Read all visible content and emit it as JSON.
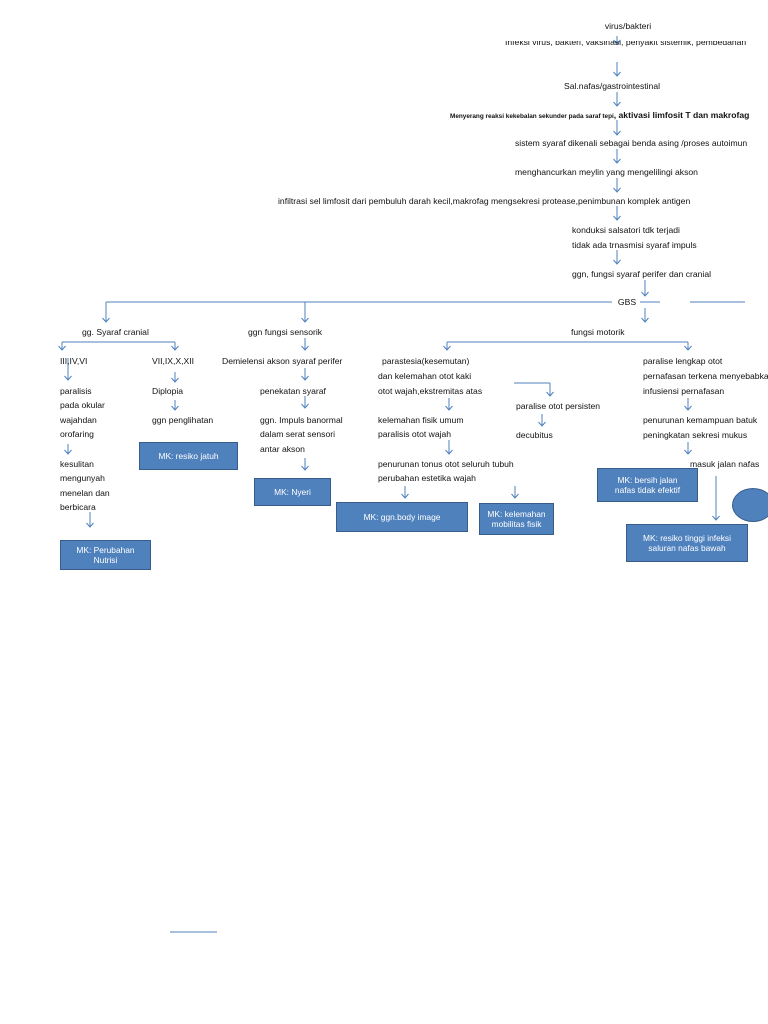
{
  "chain": {
    "virus": "virus/bakteri",
    "infeksi": "Infeksi virus, bakteri, vaksinasi, penyakit sistemik, pembedahan",
    "sal_nafas": "Sal.nafas/gastrointestinal",
    "menyerang_small": "Menyerang reaksi kekebalan sekunder pada saraf tepi",
    "menyerang_bold": ", aktivasi limfosit T dan makrofag",
    "sistem_syaraf": "sistem syaraf dikenali sebagai benda asing /proses autoimun",
    "meylin": "menghancurkan meylin yang mengelilingi akson",
    "infiltrasi": "infiltrasi sel limfosit dari pembuluh darah kecil,makrofag mengsekresi protease,penimbunan komplek antigen",
    "konduksi_1": "konduksi salsatori tdk terjadi",
    "konduksi_2": "tidak ada trnasmisi syaraf impuls",
    "ggn_fungsi": "ggn, fungsi syaraf perifer dan cranial",
    "gbs": "GBS"
  },
  "cranial": {
    "title": "gg. Syaraf cranial",
    "left_group": "III,IV,VI",
    "left_1": "paralisis",
    "left_2": "pada okular",
    "left_3": "wajahdan",
    "left_4": "orofaring",
    "left_5": "kesulitan",
    "left_6": "mengunyah",
    "left_7": "menelan dan",
    "left_8": "berbicara",
    "right_group": "VII,IX,X,XII",
    "right_1": "Diplopia",
    "right_2": "ggn penglihatan"
  },
  "sensorik": {
    "title": "ggn fungsi sensorik",
    "demielensi": "Demielensi akson syaraf perifer",
    "penekatan": "penekatan syaraf",
    "impuls_1": "ggn. Impuls banormal",
    "impuls_2": "dalam serat sensori",
    "impuls_3": "antar akson"
  },
  "motorik": {
    "title": "fungsi motorik",
    "parastesia_1": "parastesia(kesemutan)",
    "parastesia_2": "dan kelemahan otot kaki",
    "parastesia_3": "otot wajah,ekstremitas atas",
    "kelemahan_1": "kelemahan fisik umum",
    "kelemahan_2": "paralisis otot wajah",
    "penurunan_1": "penurunan tonus otot seluruh tubuh",
    "penurunan_2": "perubahan estetika wajah",
    "paralise_persisten": "paralise otot persisten",
    "decubitus": "decubitus",
    "paralise_lengkap_1": "paralise lengkap otot",
    "paralise_lengkap_2": "pernafasan terkena menyebabkan",
    "paralise_lengkap_3": "infusiensi pernafasan",
    "kemampuan_1": "penurunan kemampuan batuk",
    "kemampuan_2": "peningkatan sekresi mukus",
    "masuk": "masuk jalan nafas"
  },
  "diagnoses": {
    "nutrisi": "MK: Perubahan\nNutrisi",
    "jatuh": "MK: resiko jatuh",
    "nyeri": "MK: Nyeri",
    "body_image": "MK: ggn.body image",
    "mobilitas": "MK: kelemahan\nmobilitas fisik",
    "jalan_nafas": "MK: bersih jalan\nnafas tidak efektif",
    "infeksi": "MK: resiko tinggi infeksi\nsaluran nafas bawah"
  },
  "colors": {
    "box_fill": "#4f81bd",
    "box_border": "#385d8a",
    "connector": "#4f81bd",
    "text": "#111111"
  }
}
